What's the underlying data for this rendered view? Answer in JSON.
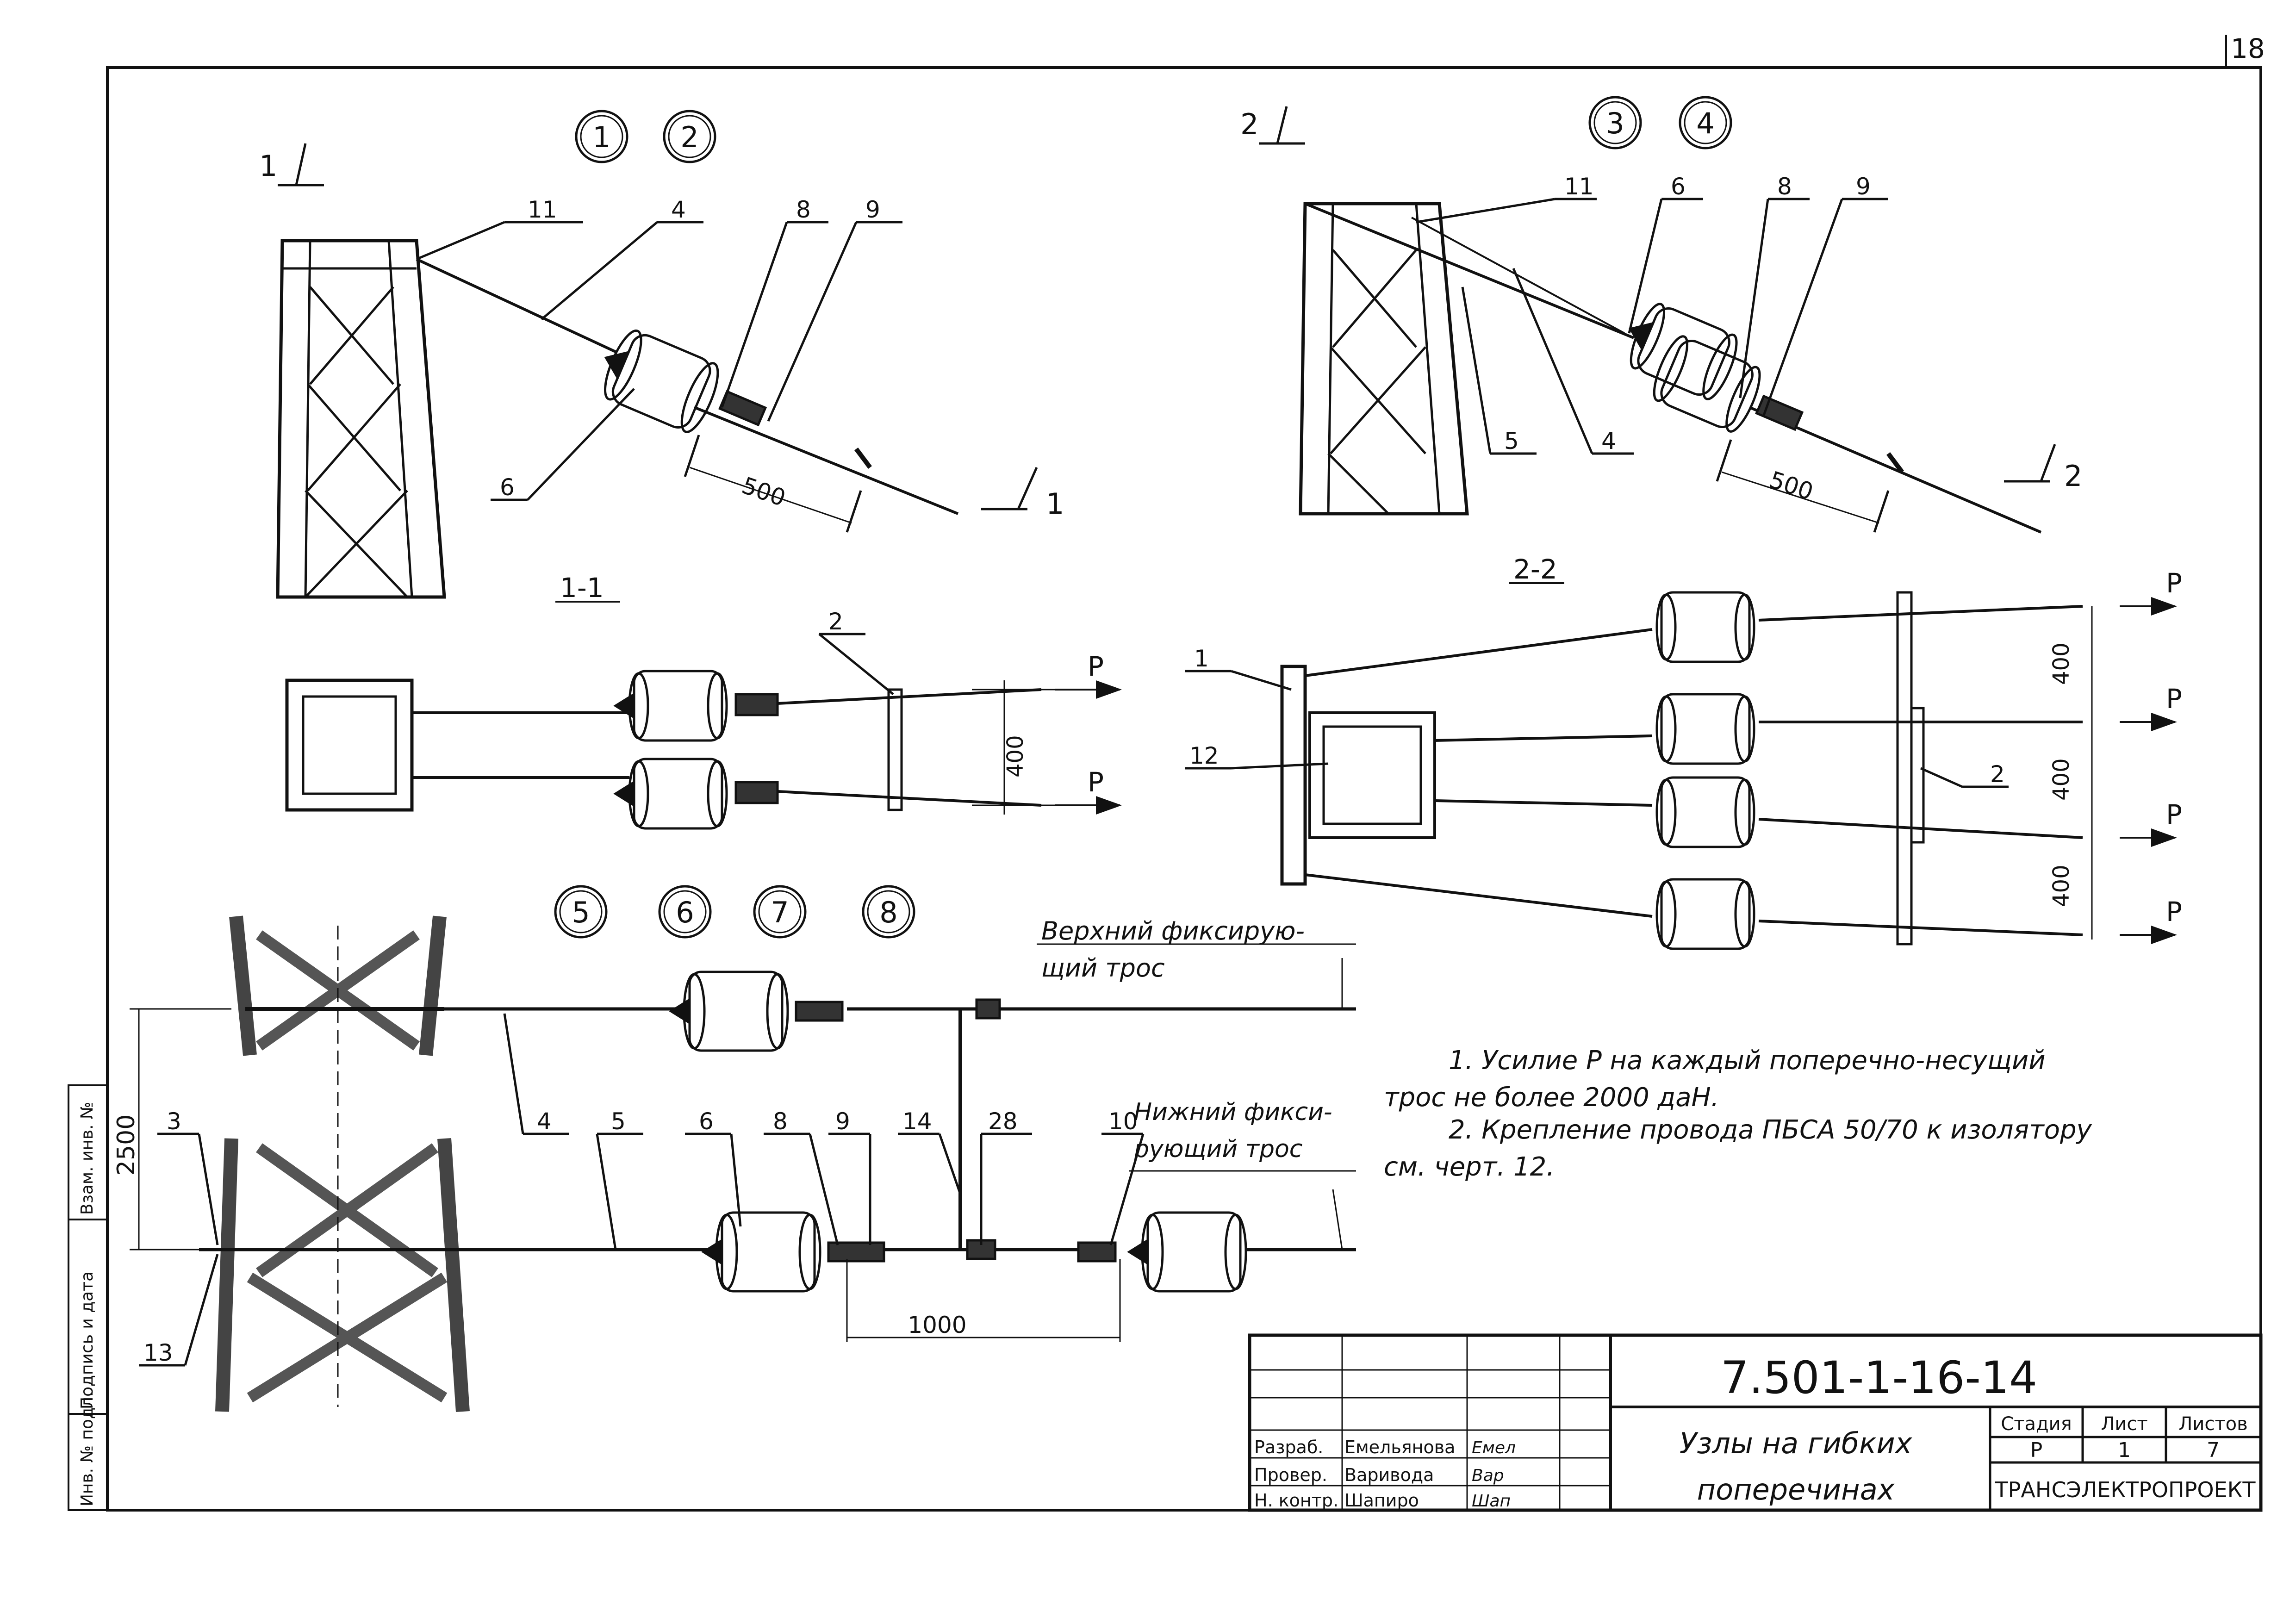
{
  "sheet": {
    "corner_number": "18"
  },
  "views": {
    "node_pairs": [
      {
        "left": "1",
        "right": "2"
      },
      {
        "left": "3",
        "right": "4"
      },
      {
        "a": "5",
        "b": "6",
        "c": "7",
        "d": "8"
      }
    ],
    "section_marks": {
      "s1": "1",
      "s2": "2"
    },
    "section_titles": {
      "s11": "1-1",
      "s22": "2-2"
    }
  },
  "labels": {
    "v1": {
      "p11": "11",
      "p4": "4",
      "p8": "8",
      "p9": "9",
      "p6": "6",
      "dim": "500"
    },
    "v2": {
      "p11": "11",
      "p6": "6",
      "p8": "8",
      "p9": "9",
      "p5": "5",
      "p4": "4",
      "dim": "500"
    },
    "s11": {
      "p2": "2",
      "P": "P",
      "dim": "400"
    },
    "s22": {
      "p1": "1",
      "p12": "12",
      "p2": "2",
      "P": "P",
      "dim": "400"
    },
    "v3": {
      "p3": "3",
      "p13": "13",
      "p4": "4",
      "p5": "5",
      "p6": "6",
      "p8": "8",
      "p9": "9",
      "p14": "14",
      "p28": "28",
      "p10": "10",
      "dim_height": "2500",
      "dim_len": "1000",
      "upper_cable_1": "Верхний фиксирую-",
      "upper_cable_2": "щий трос",
      "lower_cable_1": "Нижний фикси-",
      "lower_cable_2": "рующий трос"
    }
  },
  "notes": {
    "n1_line1": "1. Усилие Р на каждый поперечно-несущий",
    "n1_line2": "трос не более 2000 даН.",
    "n2_line1": "2. Крепление провода ПБСА 50/70 к изолятору",
    "n2_line2": "см. черт. 12."
  },
  "side_stamp": {
    "c1": "Инв. № подл.",
    "c2": "Подпись и дата",
    "c3": "Взам. инв. №"
  },
  "title_block": {
    "doc_code": "7.501-1-16-14",
    "title_line1": "Узлы на гибких",
    "title_line2": "поперечинах",
    "stage_header": "Стадия",
    "sheet_header": "Лист",
    "sheets_header": "Листов",
    "stage": "Р",
    "sheet": "1",
    "sheets": "7",
    "org": "ТРАНСЭЛЕКТРОПРОЕКТ",
    "roles": [
      {
        "role": "Разраб.",
        "name": "Емельянова",
        "sign": "Емел"
      },
      {
        "role": "Провер.",
        "name": "Вариводa",
        "sign": "Вар"
      },
      {
        "role": "Н. контр.",
        "name": "Шапиро",
        "sign": "Шап"
      }
    ]
  }
}
